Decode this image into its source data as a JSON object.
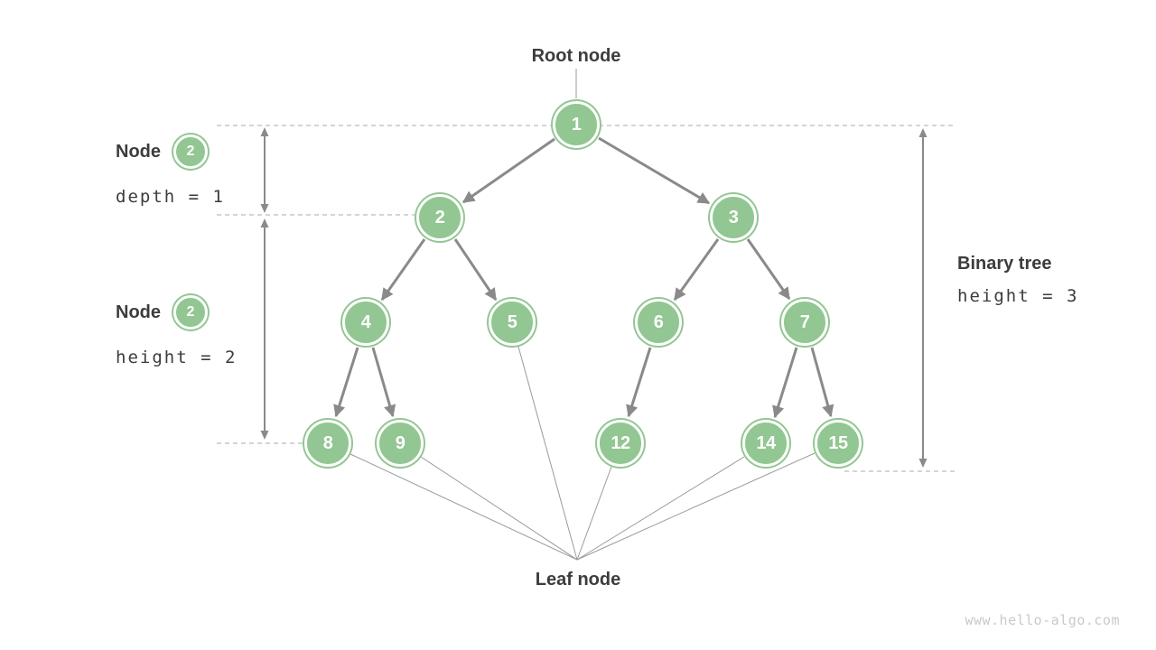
{
  "diagram": {
    "title_root": "Root node",
    "title_leaf": "Leaf node",
    "watermark": "www.hello-algo.com",
    "annotations": {
      "depth": {
        "title": "Node",
        "badge": "2",
        "formula": "depth = 1"
      },
      "height": {
        "title": "Node",
        "badge": "2",
        "formula": "height = 2"
      },
      "tree": {
        "title": "Binary tree",
        "formula": "height = 3"
      }
    },
    "tree": {
      "node_values": [
        "1",
        "2",
        "3",
        "4",
        "5",
        "6",
        "7",
        "8",
        "9",
        "12",
        "14",
        "15"
      ],
      "edges": [
        {
          "from": "1",
          "to": "2"
        },
        {
          "from": "1",
          "to": "3"
        },
        {
          "from": "2",
          "to": "4"
        },
        {
          "from": "2",
          "to": "5"
        },
        {
          "from": "3",
          "to": "6"
        },
        {
          "from": "3",
          "to": "7"
        },
        {
          "from": "4",
          "to": "8"
        },
        {
          "from": "4",
          "to": "9"
        },
        {
          "from": "6",
          "to": "12"
        },
        {
          "from": "7",
          "to": "14"
        },
        {
          "from": "7",
          "to": "15"
        }
      ],
      "leaves": [
        "8",
        "9",
        "5",
        "12",
        "14",
        "15"
      ]
    },
    "colors": {
      "node_green": "#92c692",
      "edge_gray": "#8a8a8a",
      "thin_line_gray": "#9a9a9a",
      "dashed_gray": "#ababab",
      "text_dark": "#3c3c3c",
      "watermark_gray": "#c9c9c9"
    }
  }
}
